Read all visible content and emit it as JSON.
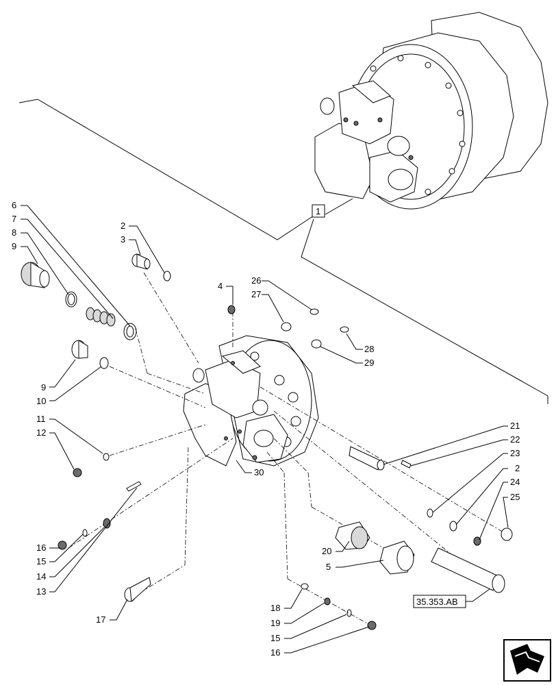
{
  "diagram": {
    "assembly_callout": "1",
    "reference_label": "35.353.AB",
    "callouts": [
      {
        "id": "c2a",
        "text": "2"
      },
      {
        "id": "c3",
        "text": "3"
      },
      {
        "id": "c4",
        "text": "4"
      },
      {
        "id": "c5a",
        "text": "5"
      },
      {
        "id": "c6",
        "text": "6"
      },
      {
        "id": "c7",
        "text": "7"
      },
      {
        "id": "c8",
        "text": "8"
      },
      {
        "id": "c9",
        "text": "9"
      },
      {
        "id": "c10",
        "text": "10"
      },
      {
        "id": "c11",
        "text": "11"
      },
      {
        "id": "c12",
        "text": "12"
      },
      {
        "id": "c13",
        "text": "13"
      },
      {
        "id": "c14",
        "text": "14"
      },
      {
        "id": "c15a",
        "text": "15"
      },
      {
        "id": "c16a",
        "text": "16"
      },
      {
        "id": "c17",
        "text": "17"
      },
      {
        "id": "c18",
        "text": "18"
      },
      {
        "id": "c19",
        "text": "19"
      },
      {
        "id": "c15b",
        "text": "15"
      },
      {
        "id": "c16b",
        "text": "16"
      },
      {
        "id": "c20",
        "text": "20"
      },
      {
        "id": "c5b",
        "text": "5"
      },
      {
        "id": "c21",
        "text": "21"
      },
      {
        "id": "c22",
        "text": "22"
      },
      {
        "id": "c23",
        "text": "23"
      },
      {
        "id": "c2b",
        "text": "2"
      },
      {
        "id": "c24",
        "text": "24"
      },
      {
        "id": "c25",
        "text": "25"
      },
      {
        "id": "c26",
        "text": "26"
      },
      {
        "id": "c27",
        "text": "27"
      },
      {
        "id": "c28",
        "text": "28"
      },
      {
        "id": "c29",
        "text": "29"
      },
      {
        "id": "c30",
        "text": "30"
      }
    ],
    "nav_icon": "next-page-arrow-icon"
  }
}
